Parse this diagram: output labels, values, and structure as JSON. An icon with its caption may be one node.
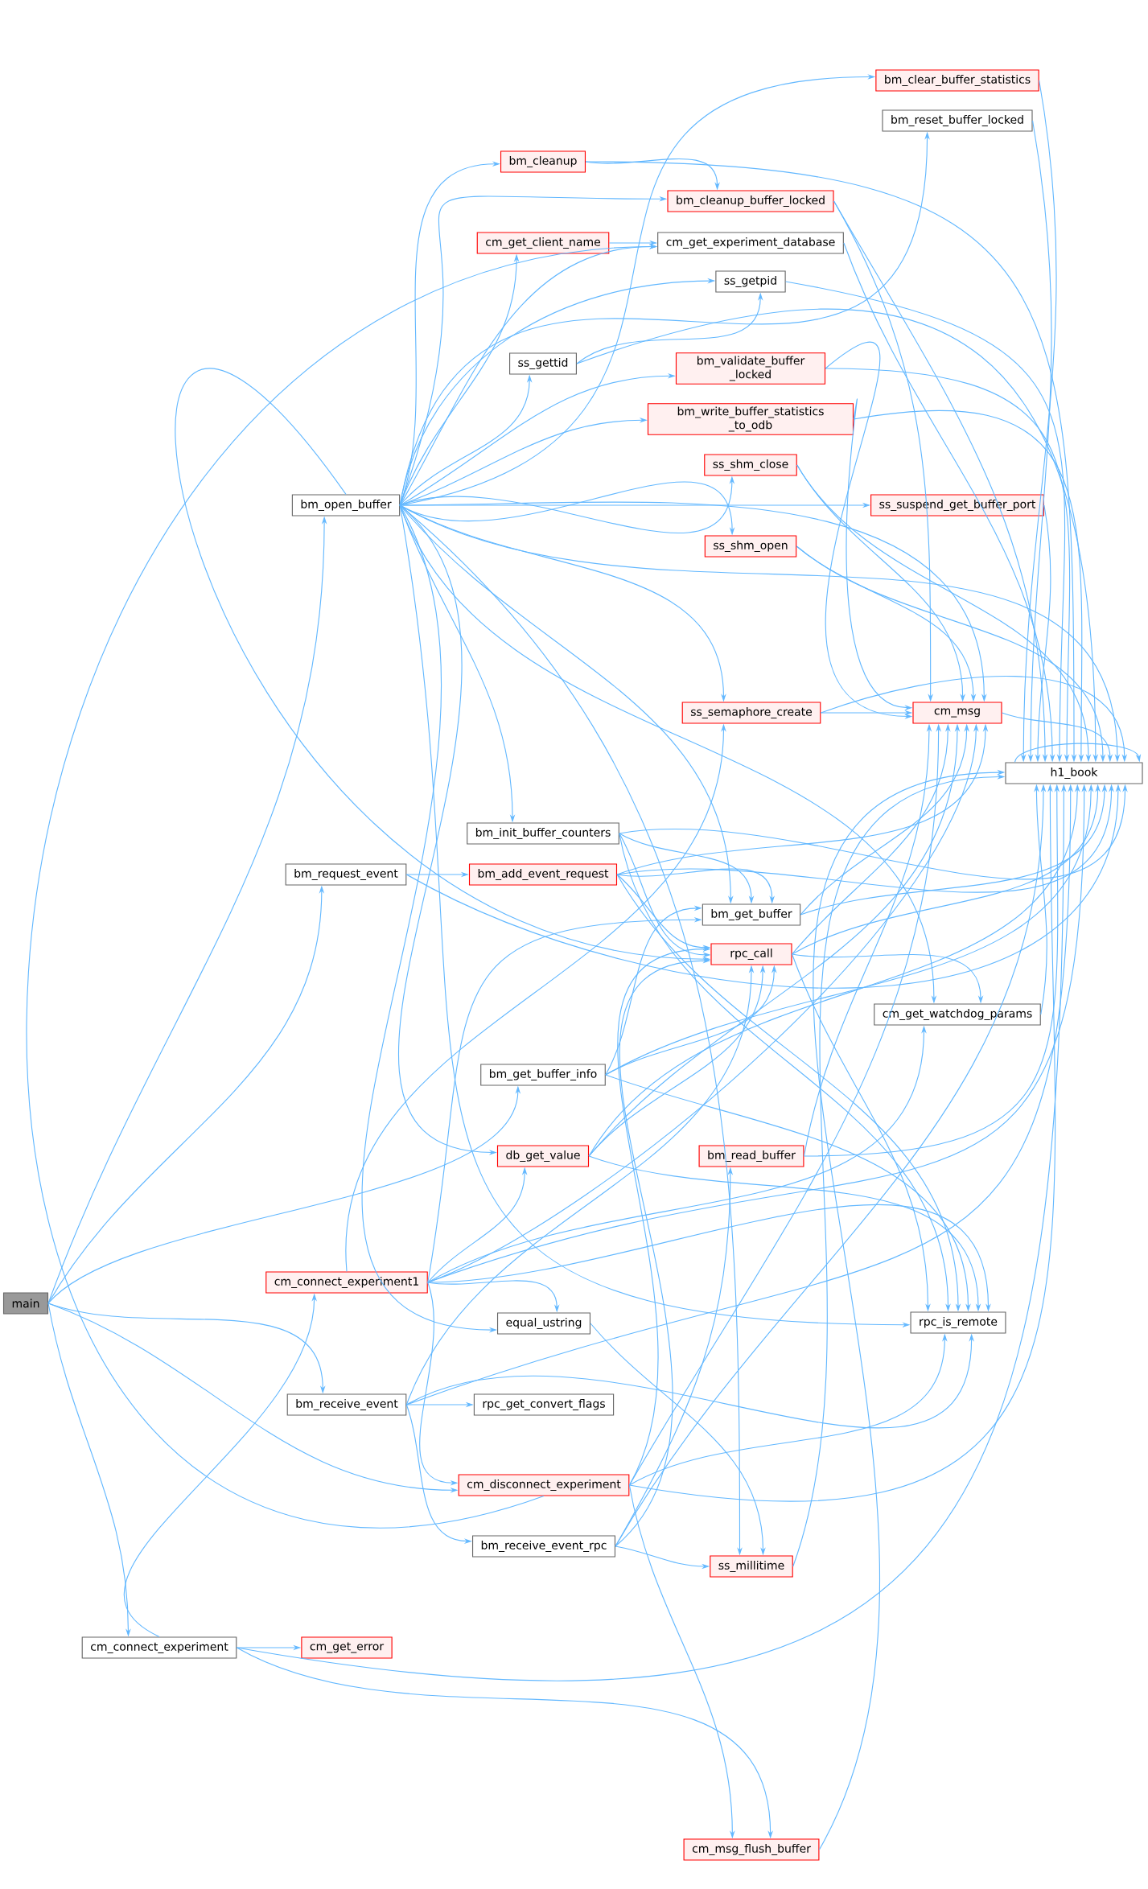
{
  "diagram": {
    "nodes": [
      {
        "text": [
          "main"
        ]
      },
      {
        "text": [
          "bm_open_buffer"
        ]
      },
      {
        "text": [
          "bm_request_event"
        ]
      },
      {
        "text": [
          "cm_connect_experiment1"
        ]
      },
      {
        "text": [
          "bm_receive_event"
        ]
      },
      {
        "text": [
          "cm_connect_experiment"
        ]
      },
      {
        "text": [
          "bm_clear_buffer_statistics"
        ]
      },
      {
        "text": [
          "bm_reset_buffer_locked"
        ]
      },
      {
        "text": [
          "bm_cleanup"
        ]
      },
      {
        "text": [
          "bm_cleanup_buffer_locked"
        ]
      },
      {
        "text": [
          "cm_get_client_name"
        ]
      },
      {
        "text": [
          "cm_get_experiment_database"
        ]
      },
      {
        "text": [
          "ss_getpid"
        ]
      },
      {
        "text": [
          "ss_gettid"
        ]
      },
      {
        "text": [
          "bm_validate_buffer _locked"
        ]
      },
      {
        "text": [
          "bm_write_buffer_statistics _to_odb"
        ]
      },
      {
        "text": [
          "ss_shm_close"
        ]
      },
      {
        "text": [
          "ss_suspend_get_buffer_port"
        ]
      },
      {
        "text": [
          "ss_shm_open"
        ]
      },
      {
        "text": [
          "ss_semaphore_create"
        ]
      },
      {
        "text": [
          "cm_msg"
        ]
      },
      {
        "text": [
          "h1_book"
        ]
      },
      {
        "text": [
          "bm_init_buffer_counters"
        ]
      },
      {
        "text": [
          "bm_add_event_request"
        ]
      },
      {
        "text": [
          "bm_get_buffer"
        ]
      },
      {
        "text": [
          "rpc_call"
        ]
      },
      {
        "text": [
          "cm_get_watchdog_params"
        ]
      },
      {
        "text": [
          "bm_get_buffer_info"
        ]
      },
      {
        "text": [
          "db_get_value"
        ]
      },
      {
        "text": [
          "bm_read_buffer"
        ]
      },
      {
        "text": [
          "rpc_is_remote"
        ]
      },
      {
        "text": [
          "equal_ustring"
        ]
      },
      {
        "text": [
          "rpc_get_convert_flags"
        ]
      },
      {
        "text": [
          "cm_disconnect_experiment"
        ]
      },
      {
        "text": [
          "bm_receive_event_rpc"
        ]
      },
      {
        "text": [
          "ss_millitime"
        ]
      },
      {
        "text": [
          "cm_get_error"
        ]
      },
      {
        "text": [
          "cm_msg_flush_buffer"
        ]
      }
    ],
    "edges": [
      {
        "from": 0,
        "to": 1,
        "arrow": "to"
      },
      {
        "from": 0,
        "to": 2,
        "arrow": "to"
      },
      {
        "from": 0,
        "to": 27,
        "arrow": "to"
      },
      {
        "from": 0,
        "to": 4,
        "arrow": "to"
      },
      {
        "from": 0,
        "to": 33,
        "arrow": "to"
      },
      {
        "from": 0,
        "to": 5,
        "arrow": "to"
      },
      {
        "from": 1,
        "to": 6,
        "arrow": "to"
      },
      {
        "from": 1,
        "to": 7,
        "arrow": "to"
      },
      {
        "from": 1,
        "to": 8,
        "arrow": "to"
      },
      {
        "from": 1,
        "to": 9,
        "arrow": "to"
      },
      {
        "from": 1,
        "to": 10,
        "arrow": "to"
      },
      {
        "from": 1,
        "to": 11,
        "arrow": "to"
      },
      {
        "from": 1,
        "to": 12,
        "arrow": "to"
      },
      {
        "from": 1,
        "to": 13,
        "arrow": "to"
      },
      {
        "from": 1,
        "to": 14,
        "arrow": "to"
      },
      {
        "from": 1,
        "to": 15,
        "arrow": "to"
      },
      {
        "from": 1,
        "to": 16,
        "arrow": "to"
      },
      {
        "from": 1,
        "to": 17,
        "arrow": "to"
      },
      {
        "from": 1,
        "to": 18,
        "arrow": "to"
      },
      {
        "from": 1,
        "to": 19,
        "arrow": "to"
      },
      {
        "from": 1,
        "to": 20,
        "arrow": "to"
      },
      {
        "from": 1,
        "to": 21,
        "arrow": "to"
      },
      {
        "from": 1,
        "to": 22,
        "arrow": "to"
      },
      {
        "from": 1,
        "to": 24,
        "arrow": "to"
      },
      {
        "from": 1,
        "to": 25,
        "arrow": "to"
      },
      {
        "from": 1,
        "to": 26,
        "arrow": "to"
      },
      {
        "from": 1,
        "to": 28,
        "arrow": "to"
      },
      {
        "from": 1,
        "to": 31,
        "arrow": "to"
      },
      {
        "from": 1,
        "to": 30,
        "arrow": "to"
      },
      {
        "from": 1,
        "to": 35,
        "arrow": "to"
      },
      {
        "from": 2,
        "to": 23,
        "arrow": "to"
      },
      {
        "from": 2,
        "to": 21,
        "arrow": "to"
      },
      {
        "from": 3,
        "to": 19,
        "arrow": "to"
      },
      {
        "from": 3,
        "to": 20,
        "arrow": "to"
      },
      {
        "from": 3,
        "to": 24,
        "arrow": "to"
      },
      {
        "from": 3,
        "to": 26,
        "arrow": "to"
      },
      {
        "from": 3,
        "to": 28,
        "arrow": "to"
      },
      {
        "from": 3,
        "to": 31,
        "arrow": "to"
      },
      {
        "from": 3,
        "to": 30,
        "arrow": "to"
      },
      {
        "from": 3,
        "to": 33,
        "arrow": "to"
      },
      {
        "from": 3,
        "to": 21,
        "arrow": "to"
      },
      {
        "from": 4,
        "to": 25,
        "arrow": "to"
      },
      {
        "from": 4,
        "to": 32,
        "arrow": "to"
      },
      {
        "from": 4,
        "to": 34,
        "arrow": "to"
      },
      {
        "from": 4,
        "to": 30,
        "arrow": "to"
      },
      {
        "from": 4,
        "to": 21,
        "arrow": "to"
      },
      {
        "from": 5,
        "to": 3,
        "arrow": "to"
      },
      {
        "from": 5,
        "to": 36,
        "arrow": "to"
      },
      {
        "from": 5,
        "to": 37,
        "arrow": "to"
      },
      {
        "from": 5,
        "to": 21,
        "arrow": "to"
      },
      {
        "from": 6,
        "to": 21,
        "arrow": "to"
      },
      {
        "from": 7,
        "to": 21,
        "arrow": "to"
      },
      {
        "from": 8,
        "to": 9,
        "arrow": "to"
      },
      {
        "from": 8,
        "to": 21,
        "arrow": "to"
      },
      {
        "from": 9,
        "to": 20,
        "arrow": "to"
      },
      {
        "from": 9,
        "to": 21,
        "arrow": "to"
      },
      {
        "from": 10,
        "to": 11,
        "arrow": "to"
      },
      {
        "from": 11,
        "to": 21,
        "arrow": "to"
      },
      {
        "from": 12,
        "to": 21,
        "arrow": "to"
      },
      {
        "from": 13,
        "to": 12,
        "arrow": "to"
      },
      {
        "from": 13,
        "to": 21,
        "arrow": "to"
      },
      {
        "from": 14,
        "to": 20,
        "arrow": "to"
      },
      {
        "from": 14,
        "to": 21,
        "arrow": "to"
      },
      {
        "from": 15,
        "to": 20,
        "arrow": "to"
      },
      {
        "from": 15,
        "to": 21,
        "arrow": "to"
      },
      {
        "from": 16,
        "to": 20,
        "arrow": "to"
      },
      {
        "from": 16,
        "to": 21,
        "arrow": "to"
      },
      {
        "from": 17,
        "to": 21,
        "arrow": "to"
      },
      {
        "from": 18,
        "to": 20,
        "arrow": "to"
      },
      {
        "from": 18,
        "to": 21,
        "arrow": "to"
      },
      {
        "from": 19,
        "to": 20,
        "arrow": "to"
      },
      {
        "from": 19,
        "to": 21,
        "arrow": "to"
      },
      {
        "from": 20,
        "to": 21,
        "arrow": "to"
      },
      {
        "from": 21,
        "to": 21,
        "arrow": "to"
      },
      {
        "from": 22,
        "to": 24,
        "arrow": "to"
      },
      {
        "from": 22,
        "to": 25,
        "arrow": "to"
      },
      {
        "from": 22,
        "to": 30,
        "arrow": "to"
      },
      {
        "from": 22,
        "to": 21,
        "arrow": "to"
      },
      {
        "from": 23,
        "to": 20,
        "arrow": "to"
      },
      {
        "from": 23,
        "to": 24,
        "arrow": "to"
      },
      {
        "from": 23,
        "to": 25,
        "arrow": "to"
      },
      {
        "from": 23,
        "to": 30,
        "arrow": "to"
      },
      {
        "from": 23,
        "to": 21,
        "arrow": "to"
      },
      {
        "from": 24,
        "to": 20,
        "arrow": "to"
      },
      {
        "from": 24,
        "to": 21,
        "arrow": "to"
      },
      {
        "from": 25,
        "to": 20,
        "arrow": "to"
      },
      {
        "from": 25,
        "to": 26,
        "arrow": "to"
      },
      {
        "from": 25,
        "to": 30,
        "arrow": "to"
      },
      {
        "from": 25,
        "to": 21,
        "arrow": "to"
      },
      {
        "from": 26,
        "to": 21,
        "arrow": "to"
      },
      {
        "from": 27,
        "to": 24,
        "arrow": "to"
      },
      {
        "from": 27,
        "to": 25,
        "arrow": "to"
      },
      {
        "from": 27,
        "to": 30,
        "arrow": "to"
      },
      {
        "from": 27,
        "to": 21,
        "arrow": "to"
      },
      {
        "from": 28,
        "to": 20,
        "arrow": "to"
      },
      {
        "from": 28,
        "to": 25,
        "arrow": "to"
      },
      {
        "from": 28,
        "to": 30,
        "arrow": "to"
      },
      {
        "from": 28,
        "to": 21,
        "arrow": "to"
      },
      {
        "from": 29,
        "to": 20,
        "arrow": "to"
      },
      {
        "from": 29,
        "to": 21,
        "arrow": "to"
      },
      {
        "from": 31,
        "to": 35,
        "arrow": "to"
      },
      {
        "from": 33,
        "to": 11,
        "arrow": "to"
      },
      {
        "from": 33,
        "to": 20,
        "arrow": "to"
      },
      {
        "from": 33,
        "to": 25,
        "arrow": "to"
      },
      {
        "from": 33,
        "to": 30,
        "arrow": "to"
      },
      {
        "from": 33,
        "to": 37,
        "arrow": "to"
      },
      {
        "from": 33,
        "to": 21,
        "arrow": "to"
      },
      {
        "from": 34,
        "to": 25,
        "arrow": "to"
      },
      {
        "from": 34,
        "to": 29,
        "arrow": "to"
      },
      {
        "from": 34,
        "to": 35,
        "arrow": "to"
      },
      {
        "from": 34,
        "to": 21,
        "arrow": "to"
      },
      {
        "from": 35,
        "to": 21,
        "arrow": "to"
      },
      {
        "from": 37,
        "to": 21,
        "arrow": "to"
      }
    ]
  }
}
